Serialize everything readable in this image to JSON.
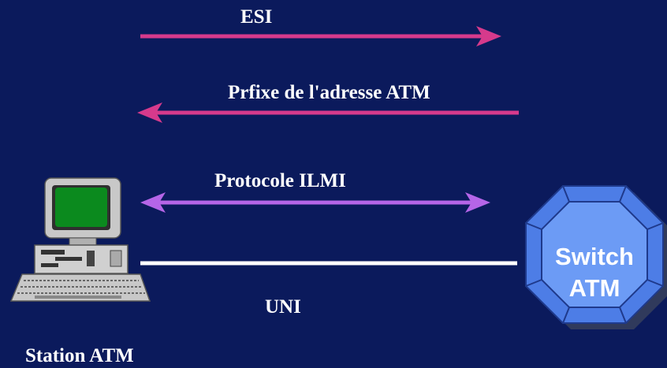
{
  "colors": {
    "background": "#0b1a5c",
    "esi_arrow": "#d63a8c",
    "prefix_arrow": "#d63a8c",
    "ilmi_arrow": "#b565e8",
    "uni_line": "#ffffff",
    "switch_fill": "#5a8ef0",
    "switch_edge": "#2c4fb0",
    "text": "#ffffff"
  },
  "arrows": {
    "esi": {
      "label": "ESI",
      "direction": "right"
    },
    "prefix": {
      "label": "Prfixe de l'adresse ATM",
      "direction": "left"
    },
    "ilmi": {
      "label": "Protocole ILMI",
      "direction": "both"
    }
  },
  "link": {
    "label": "UNI"
  },
  "station": {
    "label": "Station ATM",
    "icon": "computer-icon"
  },
  "switch": {
    "line1": "Switch",
    "line2": "ATM",
    "icon": "octagon-switch-icon"
  }
}
